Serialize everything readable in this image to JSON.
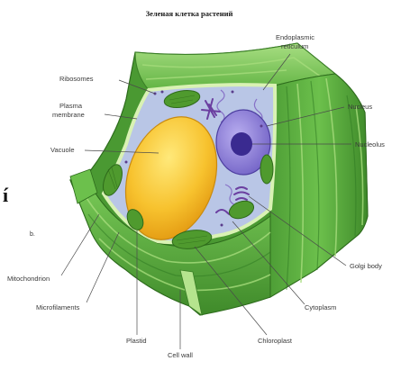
{
  "title": "Зеленая клетка растений",
  "labels": {
    "endoplasmic_reticulum": [
      "Endoplasmic",
      "reticulum"
    ],
    "ribosomes": "Ribosomes",
    "plasma_membrane": [
      "Plasma",
      "membrane"
    ],
    "vacuole": "Vacuole",
    "nucleus": "Nucleus",
    "nucleolus": "Nucleolus",
    "golgi_body": "Golgi body",
    "cytoplasm": "Cytoplasm",
    "chloroplast": "Chloroplast",
    "cell_wall": "Cell wall",
    "plastid": "Plastid",
    "microfilaments": "Microfilaments",
    "mitochondrion": "Mitochondrion"
  },
  "margin_marks": {
    "large": "í",
    "small": "b."
  },
  "colors": {
    "cell_wall": "#5cb043",
    "cytoplasm": "#b9c6e6",
    "vacuole": "#f7c22e",
    "nucleus": "#8d7fd6",
    "nucleolus": "#3a2a90",
    "chloroplast": "#4f9a2e"
  }
}
